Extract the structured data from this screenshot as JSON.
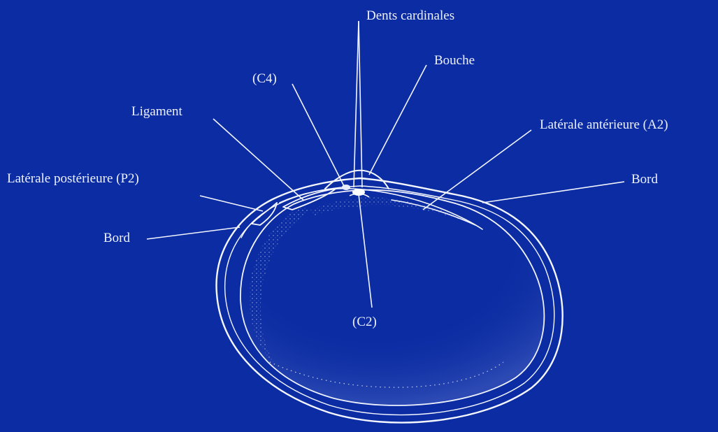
{
  "diagram": {
    "background_color": "#0b2ca3",
    "line_color": "#f2f5ff",
    "labels": {
      "dents_cardinales": "Dents cardinales",
      "bouche": "Bouche",
      "c4": "(C4)",
      "ligament": "Ligament",
      "laterale_anterieure": "Latérale antérieure (A2)",
      "bord_right": "Bord",
      "laterale_posterieure": "Latérale postérieure (P2)",
      "bord_left": "Bord",
      "c2": "(C2)"
    }
  }
}
